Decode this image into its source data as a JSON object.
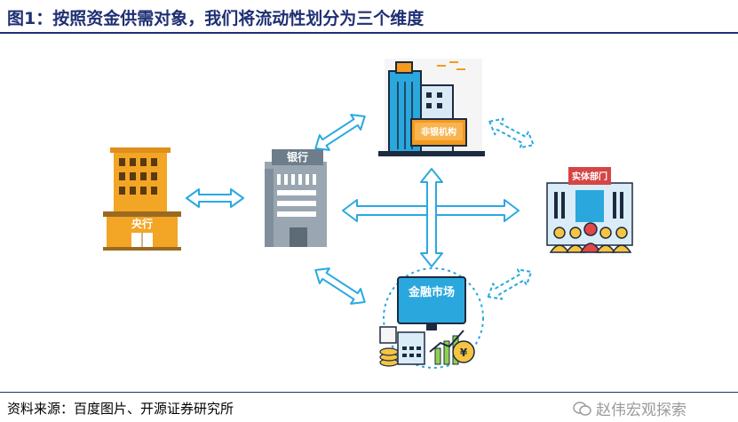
{
  "figure": {
    "title": "图1：按照资金供需对象，我们将流动性划分为三个维度",
    "source": "资料来源：百度图片、开源证券研究所",
    "watermark": "赵伟宏观探索"
  },
  "nodes": {
    "central_bank": "央行",
    "bank": "银行",
    "nonbank": "非银机构",
    "real_sector": "实体部门",
    "financial_market": "金融市场"
  },
  "colors": {
    "title": "#1f2f73",
    "arrow": "#29a9e1",
    "central_bank": "#f3a526",
    "bank_gray": "#9aa7b2",
    "building_blue": "#2aa7dd",
    "label_orange": "#f39a1f"
  }
}
